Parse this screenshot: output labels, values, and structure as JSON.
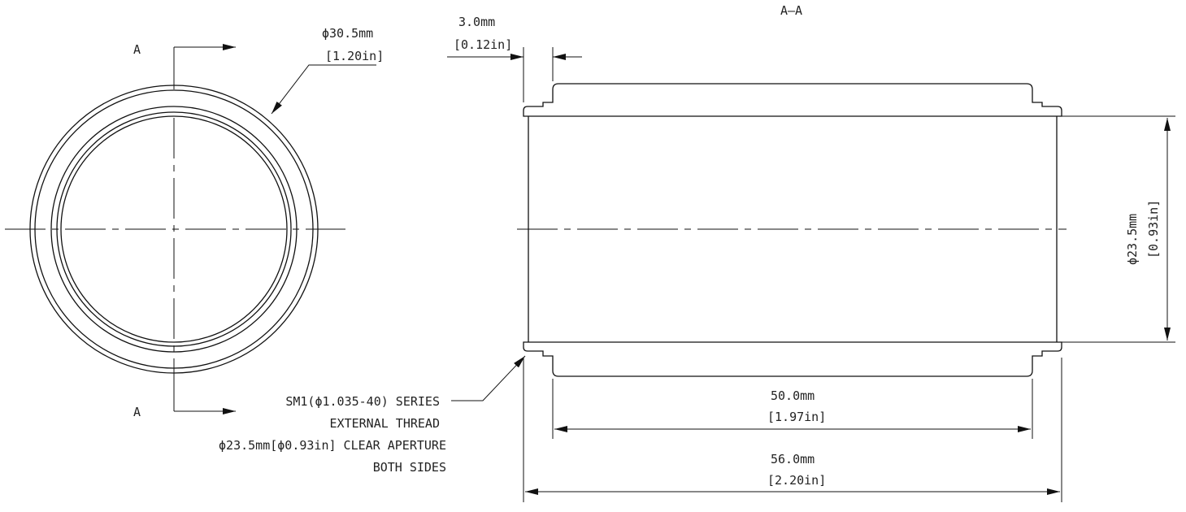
{
  "colors": {
    "line": "#111111",
    "text": "#222222",
    "background": "#ffffff"
  },
  "front_view": {
    "section_label_top": "A",
    "section_label_bottom": "A",
    "outer_diameter": {
      "mm": "ϕ30.5mm",
      "in": "[1.20in]"
    }
  },
  "section_view": {
    "title": "A–A",
    "thread_length": {
      "mm": "3.0mm",
      "in": "[0.12in]"
    },
    "inner_diameter": {
      "mm": "ϕ23.5mm",
      "in": "[0.93in]"
    },
    "body_length": {
      "mm": "50.0mm",
      "in": "[1.97in]"
    },
    "overall_length": {
      "mm": "56.0mm",
      "in": "[2.20in]"
    }
  },
  "note": {
    "line1": "SM1(ϕ1.035-40) SERIES",
    "line2": "EXTERNAL THREAD",
    "line3": "ϕ23.5mm[ϕ0.93in] CLEAR APERTURE",
    "line4": "BOTH SIDES"
  }
}
